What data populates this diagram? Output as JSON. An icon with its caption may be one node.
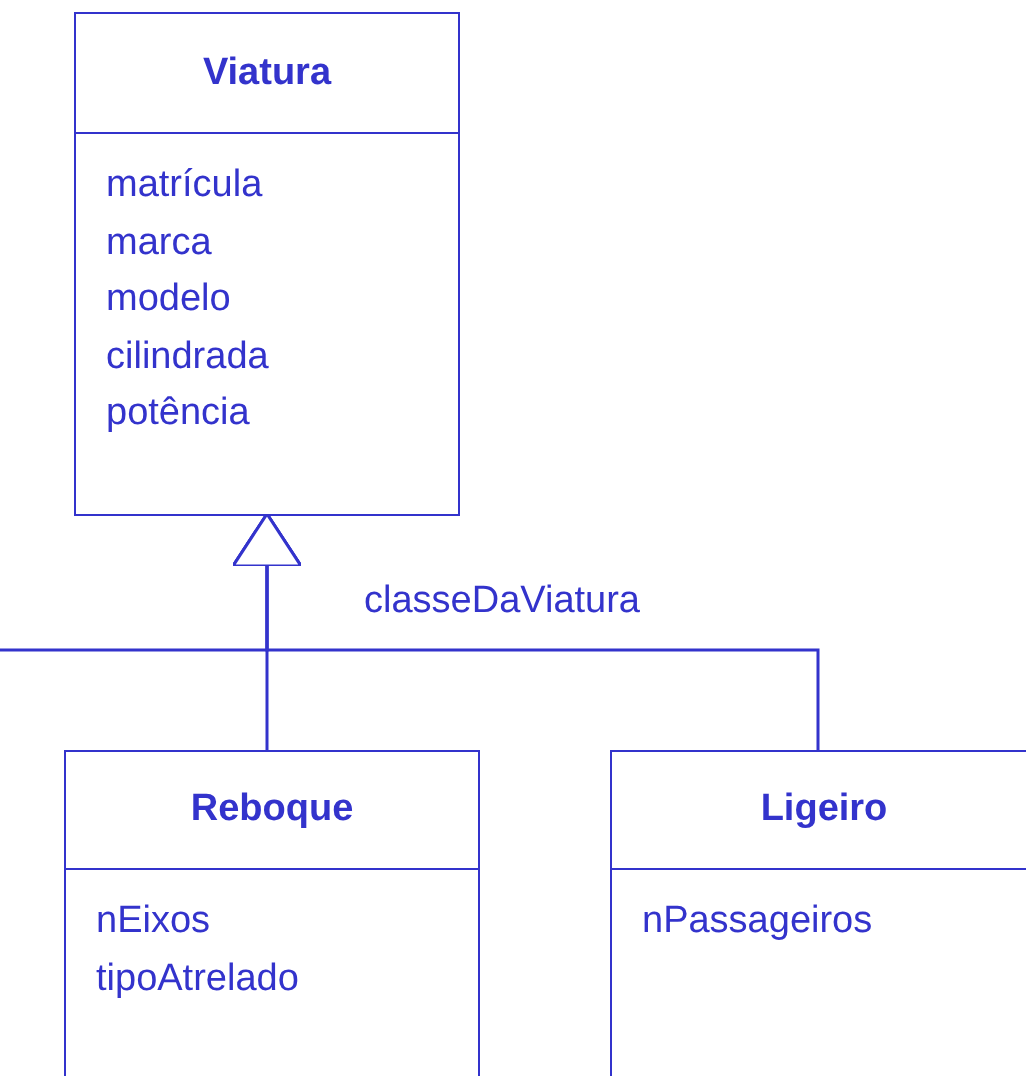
{
  "diagram": {
    "nodes": [
      {
        "text": [
          "Viatura",
          "matrícula",
          "marca",
          "modelo",
          "cilindrada",
          "potência"
        ]
      },
      {
        "text": [
          "Reboque",
          "nEixos",
          "tipoAtrelado"
        ]
      },
      {
        "text": [
          "Ligeiro",
          "nPassageiros"
        ]
      }
    ],
    "edges": [
      {
        "from": 1,
        "to": 0,
        "arrow": "to"
      },
      {
        "from": 2,
        "to": 0,
        "arrow": "to",
        "label": "classeDaViatura"
      },
      {
        "from": null,
        "to": 0,
        "arrow": "to"
      }
    ]
  }
}
